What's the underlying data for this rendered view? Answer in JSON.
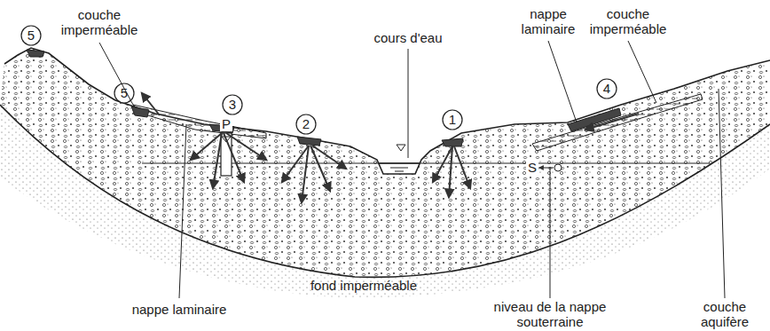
{
  "diagram": {
    "labels": [
      "couche imperméable",
      "cours d'eau",
      "nappe laminaire",
      "couche imperméable",
      "fond imperméable",
      "nappe laminaire",
      "niveau de la nappe souterraine",
      "couche aquifère",
      "5",
      "5",
      "3",
      "P",
      "2",
      "1",
      "S",
      "4"
    ]
  }
}
